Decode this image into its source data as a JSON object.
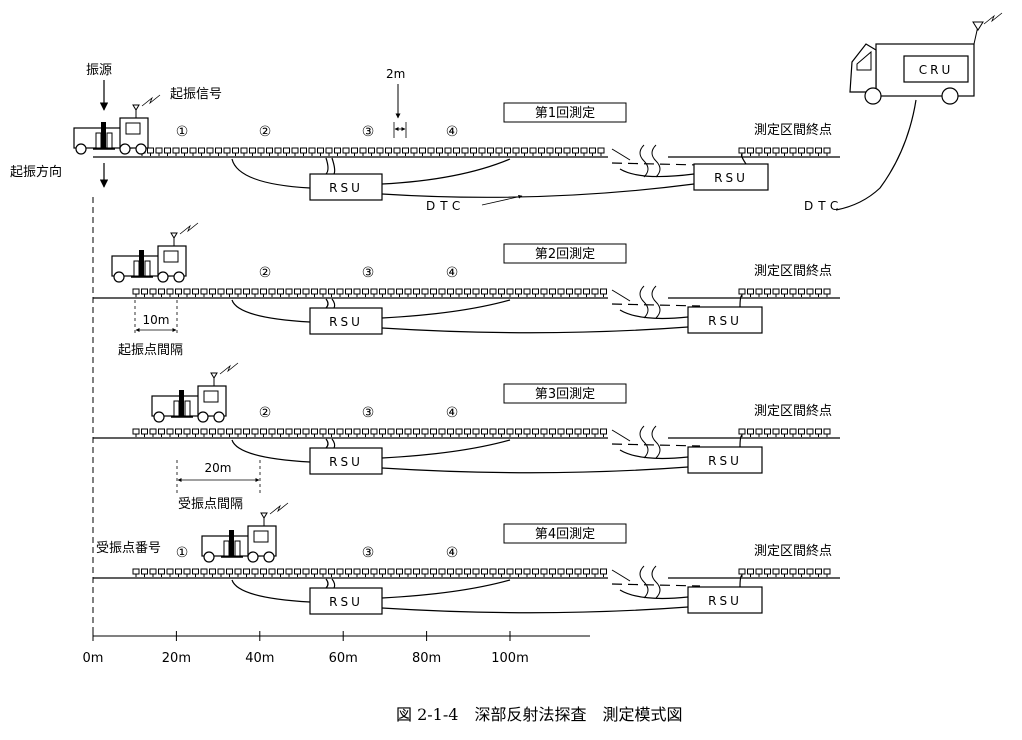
{
  "labels": {
    "source": "振源",
    "trigger_signal": "起振信号",
    "shot_direction": "起振方向",
    "geophone_spacing": "2m",
    "dtc": "DTC",
    "shot_interval_dim": "10m",
    "shot_interval": "起振点間隔",
    "receiver_interval_dim": "20m",
    "receiver_interval": "受振点間隔",
    "receiver_number": "受振点番号",
    "rsu": "RSU",
    "cru": "CRU",
    "end_point": "測定区間終点"
  },
  "measurements": [
    {
      "title": "第1回測定"
    },
    {
      "title": "第2回測定"
    },
    {
      "title": "第3回測定"
    },
    {
      "title": "第4回測定"
    }
  ],
  "markers": [
    "①",
    "②",
    "③",
    "④"
  ],
  "axis": {
    "ticks": [
      "0m",
      "20m",
      "40m",
      "60m",
      "80m",
      "100m"
    ]
  },
  "caption": "図 2-1-4　深部反射法探査　測定模式図"
}
